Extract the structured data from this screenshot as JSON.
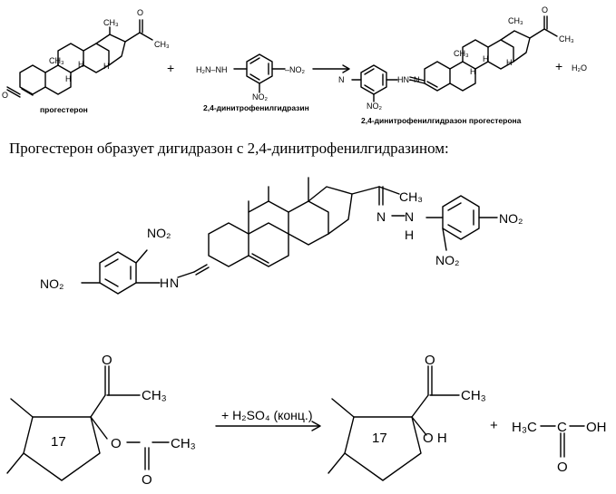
{
  "top": {
    "label_progesterone": "прогестерон",
    "label_reagent": "2,4-динитрофенилгидразин",
    "label_product": "2,4-динитрофенилгидразон прогестерона",
    "byproduct": "H₂O",
    "plus": "+",
    "atoms": {
      "o": "O",
      "h": "H",
      "ch3": "CH₃",
      "no2": "NO₂",
      "dash_no2": "–NO₂",
      "h2n_nh": "H₂N–NH",
      "nh_n": "HN–N",
      "n": "N"
    }
  },
  "sentence": "Прогестерон образует дигидразон с 2,4-динитрофенилгидразином:",
  "middle": {
    "atoms": {
      "no2": "NO₂",
      "ch3": "CH₃",
      "n": "N",
      "h": "H",
      "hn": "H",
      "nn": "N"
    }
  },
  "bottom": {
    "ring_label": "17",
    "reagent": "+ H₂SO₄ (конц.)",
    "plus": "+",
    "atoms": {
      "o": "O",
      "ch3": "CH₃",
      "h3c": "H₃C",
      "oh": "OH",
      "o_h": "O H"
    }
  }
}
